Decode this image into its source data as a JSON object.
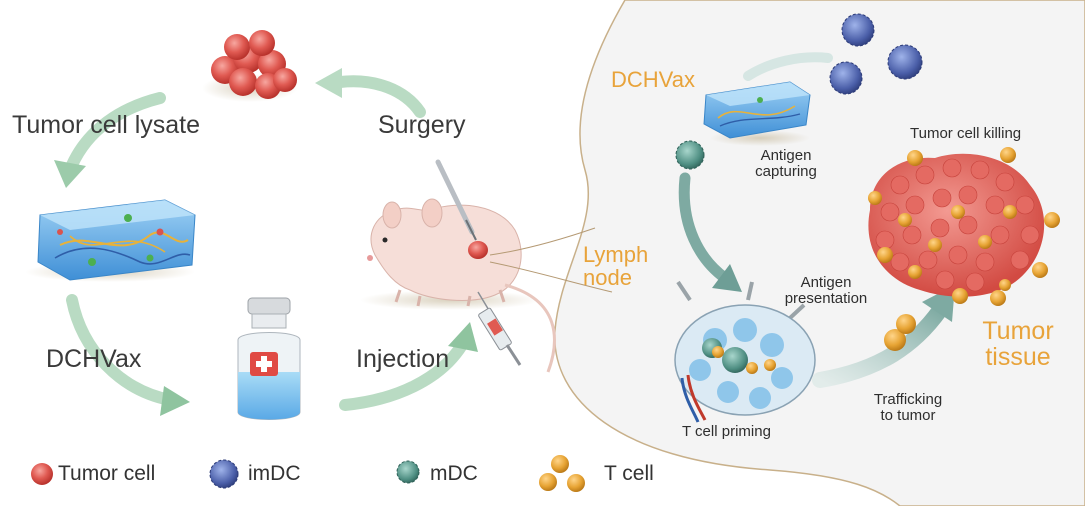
{
  "left_panel": {
    "tumor_cell_lysate": "Tumor cell lysate",
    "surgery": "Surgery",
    "dchvax": "DCHVax",
    "injection": "Injection"
  },
  "right_panel": {
    "dchvax": "DCHVax",
    "antigen_capturing": [
      "Antigen",
      "capturing"
    ],
    "lymph_node": [
      "Lymph",
      "node"
    ],
    "antigen_presentation": [
      "Antigen",
      "presentation"
    ],
    "t_cell_priming": "T cell priming",
    "trafficking": [
      "Trafficking",
      "to tumor"
    ],
    "tumor_cell_killing": "Tumor cell killing",
    "tumor_tissue": [
      "Tumor",
      "tissue"
    ]
  },
  "legend": [
    {
      "icon": "tumor-cell-icon",
      "label": "Tumor cell"
    },
    {
      "icon": "imdc-icon",
      "label": "imDC"
    },
    {
      "icon": "mdc-icon",
      "label": "mDC"
    },
    {
      "icon": "t-cell-icon",
      "label": "T cell"
    }
  ],
  "colors": {
    "orange_label": "#e8a33a",
    "arrow_green": "#a9d3b6",
    "arrow_teal": "#6e9e96",
    "tumor_red": "#d9534f",
    "imdc_blue": "#4a5ea8",
    "mdc_green": "#4e8e82",
    "t_cell_gold": "#e3a02f",
    "hydrogel_blue": "#5aa9e6",
    "border_tan": "#c8b08a",
    "right_bg": "#f4f4f4"
  }
}
